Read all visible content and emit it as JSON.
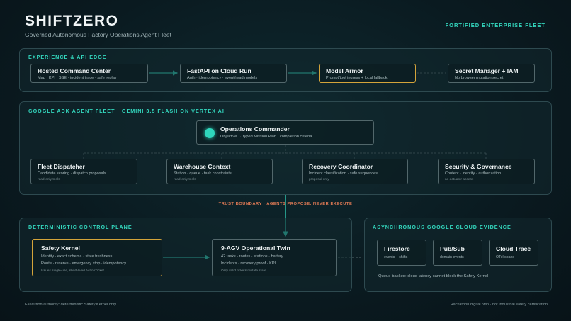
{
  "header": {
    "brand": "SHIFTZERO",
    "subtitle": "Governed Autonomous Factory Operations Agent Fleet",
    "tagline": "FORTIFIED ENTERPRISE FLEET"
  },
  "edge": {
    "title": "EXPERIENCE & API EDGE",
    "cards": [
      {
        "title": "Hosted Command Center",
        "sub": "Map · KPI · SSE · incident trace · safe replay"
      },
      {
        "title": "FastAPI on Cloud Run",
        "sub": "Auth · idempotency · event/read models"
      },
      {
        "title": "Model Armor",
        "sub": "Prompt/tool ingress + local fallback"
      },
      {
        "title": "Secret Manager + IAM",
        "sub": "No browser mutation secret"
      }
    ]
  },
  "fleet": {
    "title": "GOOGLE ADK AGENT FLEET · GEMINI 3.5 FLASH ON VERTEX AI",
    "commander": {
      "title": "Operations Commander",
      "sub": "Objective → typed Mission Plan · completion criteria"
    },
    "agents": [
      {
        "title": "Fleet Dispatcher",
        "sub": "Candidate scoring · dispatch proposals",
        "note": "read-only tools"
      },
      {
        "title": "Warehouse Context",
        "sub": "Station · queue · task constraints",
        "note": "read-only tools"
      },
      {
        "title": "Recovery Coordinator",
        "sub": "Incident classification · safe sequences",
        "note": "proposal only"
      },
      {
        "title": "Security & Governance",
        "sub": "Content · identity · authorization",
        "note": "no actuator access"
      }
    ]
  },
  "boundary": "TRUST BOUNDARY · AGENTS PROPOSE, NEVER EXECUTE",
  "control": {
    "title": "DETERMINISTIC CONTROL PLANE",
    "kernel": {
      "title": "Safety Kernel",
      "line1": "Identity · exact schema · state freshness",
      "line2": "Route · reserve · emergency stop · idempotency",
      "note": "Issues single-use, short-lived ActionTicket"
    },
    "twin": {
      "title": "9-AGV Operational Twin",
      "line1": "42 tasks · routes · stations · battery",
      "line2": "Incidents · recovery proof · KPI",
      "note": "Only valid tickets mutate state"
    }
  },
  "evidence": {
    "title": "ASYNCHRONOUS GOOGLE CLOUD EVIDENCE",
    "cards": [
      {
        "title": "Firestore",
        "sub": "events + shifts"
      },
      {
        "title": "Pub/Sub",
        "sub": "domain events"
      },
      {
        "title": "Cloud Trace",
        "sub": "OTel spans"
      }
    ],
    "note": "Queue-backed: cloud latency cannot block the Safety Kernel"
  },
  "footer": {
    "left": "Execution authority: deterministic Safety Kernel only",
    "right": "Hackathon digital twin · not industrial safety certification"
  },
  "colors": {
    "accent": "#33d6bd",
    "gold": "#d4a43a",
    "boundary": "#e07a55"
  }
}
